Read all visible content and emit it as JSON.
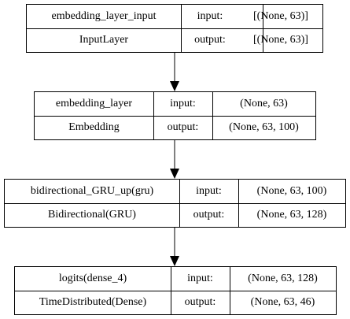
{
  "nodes": [
    {
      "name": "embedding_layer_input",
      "type": "InputLayer",
      "input_label": "input:",
      "input_shape": "[(None, 63)]",
      "output_label": "output:",
      "output_shape": "[(None, 63)]"
    },
    {
      "name": "embedding_layer",
      "type": "Embedding",
      "input_label": "input:",
      "input_shape": "(None, 63)",
      "output_label": "output:",
      "output_shape": "(None, 63, 100)"
    },
    {
      "name": "bidirectional_GRU_up(gru)",
      "type": "Bidirectional(GRU)",
      "input_label": "input:",
      "input_shape": "(None, 63, 100)",
      "output_label": "output:",
      "output_shape": "(None, 63, 128)"
    },
    {
      "name": "logits(dense_4)",
      "type": "TimeDistributed(Dense)",
      "input_label": "input:",
      "input_shape": "(None, 63, 128)",
      "output_label": "output:",
      "output_shape": "(None, 63, 46)"
    }
  ]
}
